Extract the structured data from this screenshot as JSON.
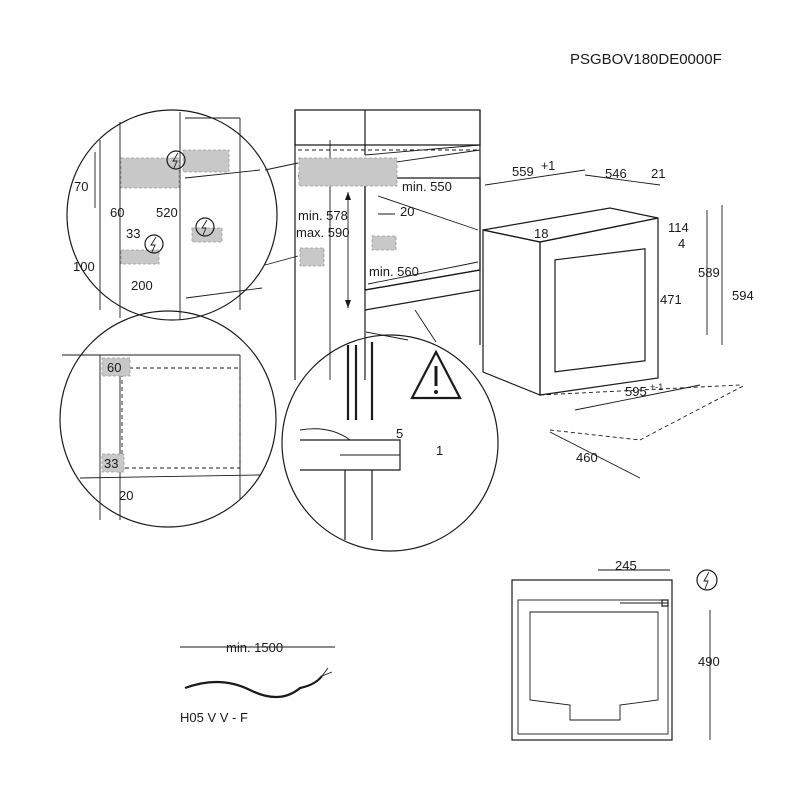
{
  "model_code": "PSGBOV180DE0000F",
  "cabinet": {
    "min_578": "min. 578",
    "max_590": "max. 590",
    "min_550": "min. 550",
    "d20": "20",
    "min_560": "min. 560"
  },
  "detail_top": {
    "d70": "70",
    "d60": "60",
    "d520": "520",
    "d33": "33",
    "d100": "100",
    "d200": "200"
  },
  "detail_left": {
    "d60": "60",
    "d33": "33",
    "d20": "20"
  },
  "detail_mid": {
    "d5": "5",
    "d1": "1"
  },
  "oven": {
    "d559": "559",
    "d559_tol": "+1",
    "d546": "546",
    "d21": "21",
    "d114": "114",
    "d4": "4",
    "d18": "18",
    "d471": "471",
    "d589": "589",
    "d594": "594",
    "d595": "595",
    "d595_tol": "+-1",
    "d460": "460"
  },
  "cable": {
    "min_1500": "min. 1500",
    "type": "H05 V V - F"
  },
  "front": {
    "d245": "245",
    "d490": "490"
  },
  "icons": [
    "electric-hazard-icon",
    "warning-triangle-icon"
  ]
}
